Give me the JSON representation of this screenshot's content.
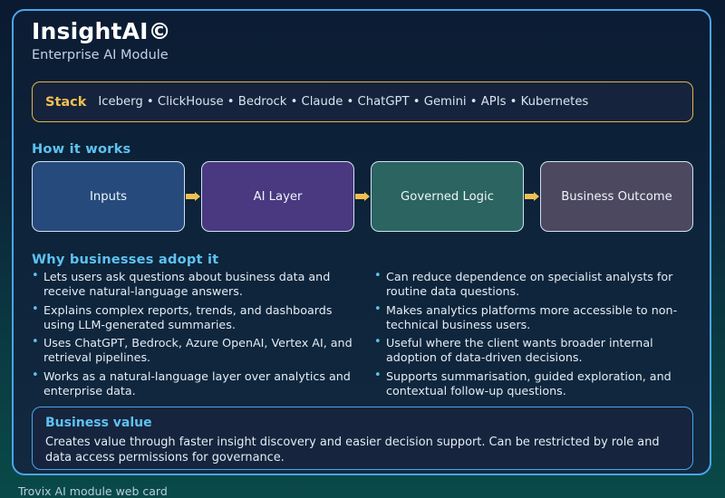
{
  "header": {
    "title": "InsightAI©",
    "subtitle": "Enterprise AI Module"
  },
  "stack": {
    "label": "Stack",
    "items": "Iceberg • ClickHouse • Bedrock • Claude • ChatGPT • Gemini • APIs • Kubernetes",
    "border_color": "#e3b44b",
    "label_color": "#f0bf52"
  },
  "how_it_works": {
    "heading": "How it works",
    "steps": [
      {
        "label": "Inputs",
        "color": "#264a7b"
      },
      {
        "label": "AI Layer",
        "color": "#4a3880"
      },
      {
        "label": "Governed Logic",
        "color": "#2b6460"
      },
      {
        "label": "Business Outcome",
        "color": "#4c4860"
      }
    ],
    "arrow_color": "#f0bf52"
  },
  "why_adopt": {
    "heading": "Why businesses adopt it",
    "left_column": [
      "Lets users ask questions about business data and receive natural-language answers.",
      "Explains complex reports, trends, and dashboards using LLM-generated summaries.",
      "Uses ChatGPT, Bedrock, Azure OpenAI, Vertex AI, and retrieval pipelines.",
      "Works as a natural-language layer over analytics and enterprise data."
    ],
    "right_column": [
      "Can reduce dependence on specialist analysts for routine data questions.",
      "Makes analytics platforms more accessible to non-technical business users.",
      "Useful where the client wants broader internal adoption of data-driven decisions.",
      "Supports summarisation, guided exploration, and contextual follow-up questions."
    ]
  },
  "business_value": {
    "title": "Business value",
    "text": "Creates value through faster insight discovery and easier decision support. Can be restricted by role and data access permissions for governance."
  },
  "caption": "Trovix AI module web card",
  "theme": {
    "accent": "#5ec2f0",
    "card_border": "#49a6ef",
    "bg_top": "#0a1a30",
    "bg_bottom": "#094a48"
  }
}
